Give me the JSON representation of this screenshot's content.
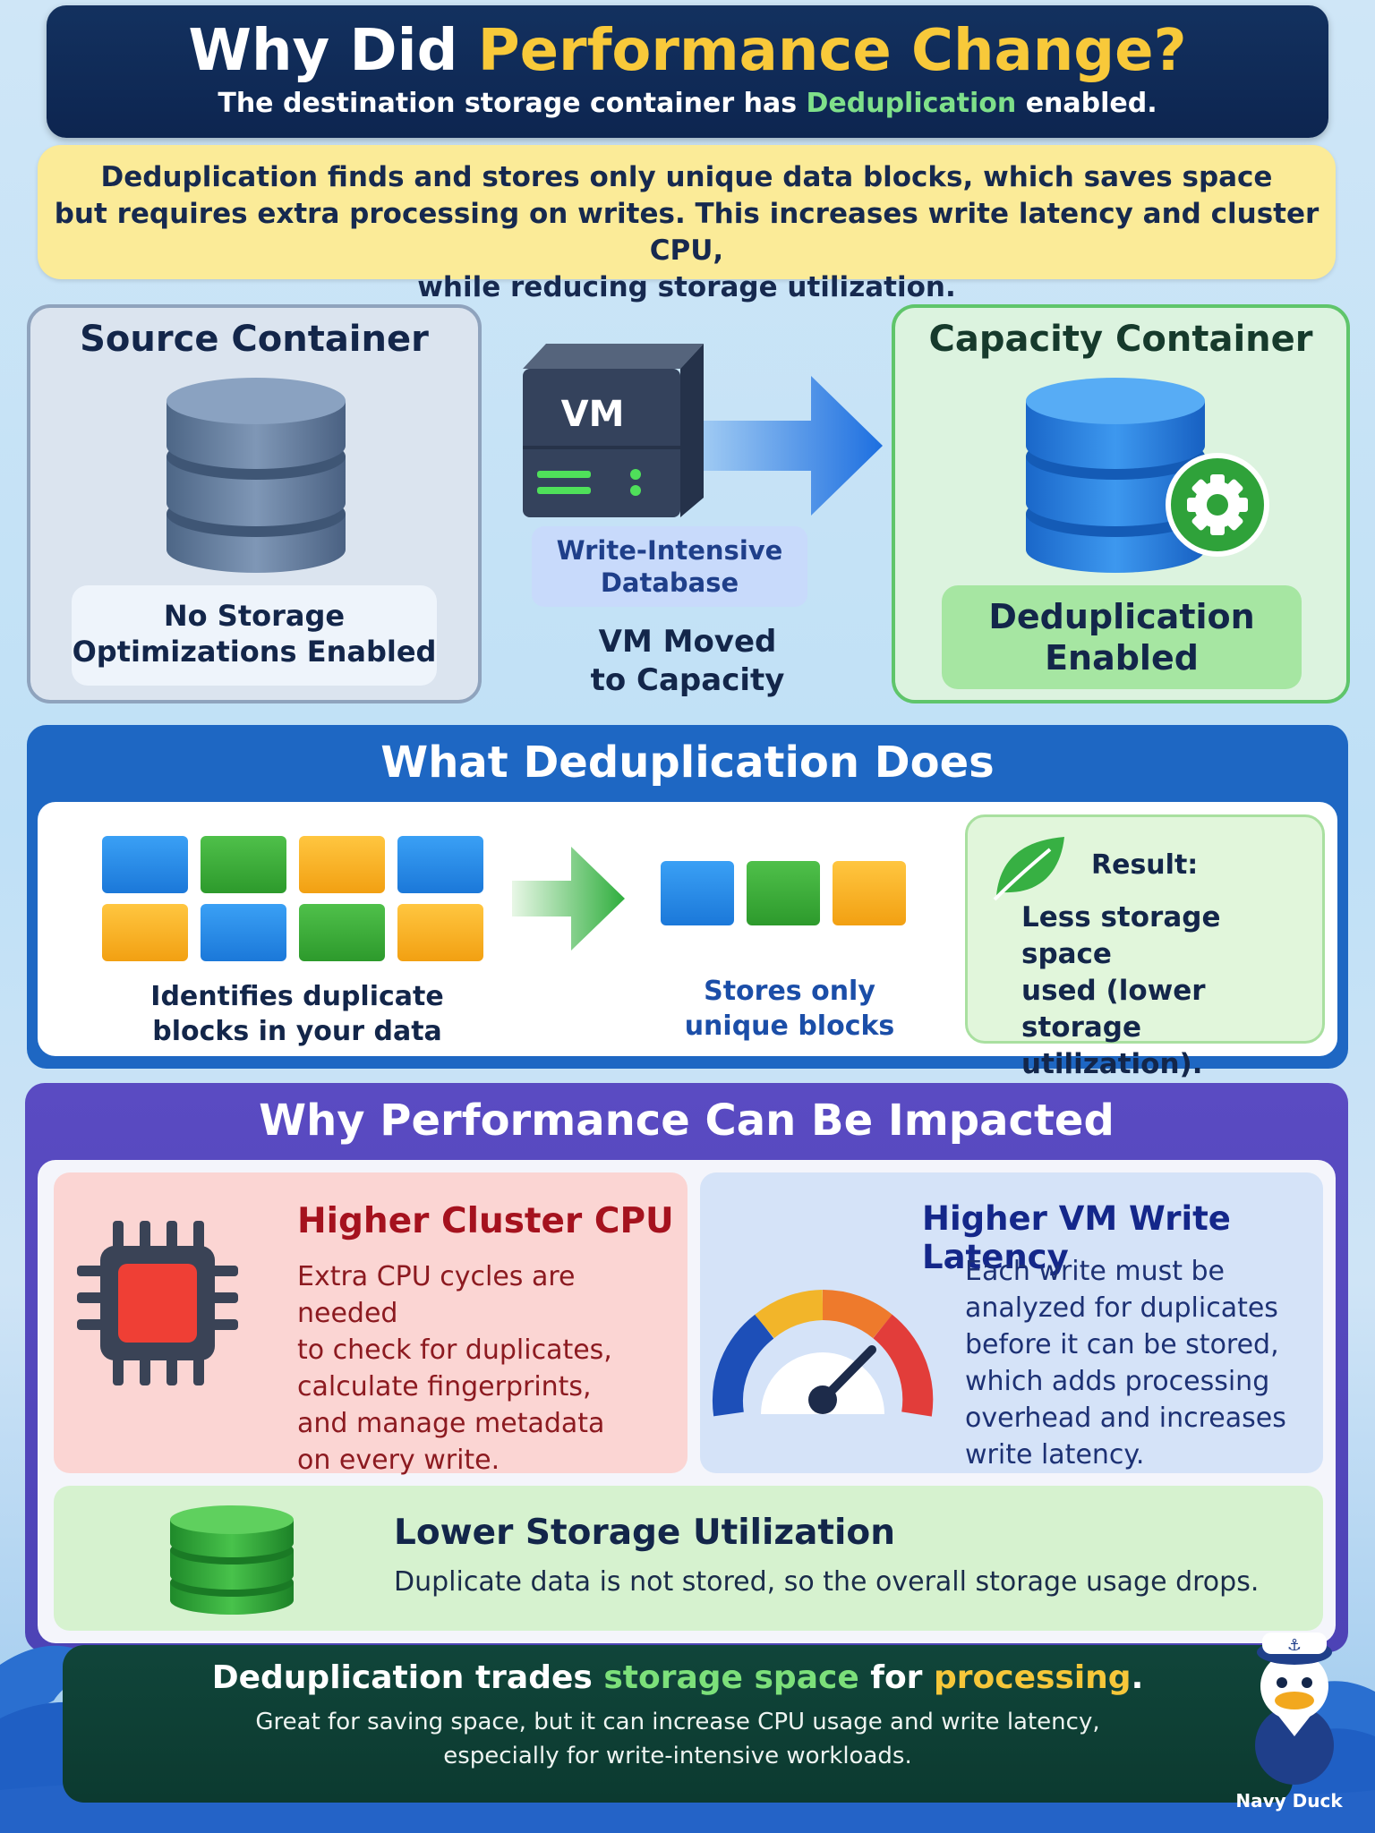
{
  "header": {
    "title_prefix": "Why Did ",
    "title_highlight": "Performance Change?",
    "subtitle_prefix": "The destination storage container has ",
    "subtitle_highlight": "Deduplication",
    "subtitle_suffix": " enabled."
  },
  "intro": {
    "line1": "Deduplication finds and stores only unique data blocks, which saves space",
    "line2": "but requires extra processing on writes. This increases write latency and cluster CPU,",
    "line3": "while reducing storage utilization."
  },
  "source": {
    "title": "Source Container",
    "label_line1": "No Storage",
    "label_line2": "Optimizations Enabled"
  },
  "vm": {
    "icon_text": "VM",
    "tag_line1": "Write-Intensive",
    "tag_line2": "Database",
    "moved_line1": "VM Moved",
    "moved_line2": "to Capacity"
  },
  "capacity": {
    "title": "Capacity Container",
    "label_line1": "Deduplication",
    "label_line2": "Enabled"
  },
  "dedup": {
    "title": "What Deduplication Does",
    "identify_line1": "Identifies duplicate",
    "identify_line2": "blocks in your data",
    "stores_line1": "Stores only",
    "stores_line2": "unique blocks",
    "result_title": "Result:",
    "result_line1": "Less storage space",
    "result_line2": "used (lower storage",
    "result_line3": "utilization).",
    "colors": {
      "blue": "#2a8ae8",
      "green": "#3eab3b",
      "orange": "#f7b52a"
    }
  },
  "impact": {
    "title": "Why Performance Can Be Impacted",
    "cpu_title": "Higher Cluster CPU",
    "cpu_lines": [
      "Extra CPU cycles are needed",
      "to check for duplicates,",
      "calculate fingerprints,",
      "and manage metadata",
      "on every write."
    ],
    "latency_title": "Higher VM Write Latency",
    "latency_lines": [
      "Each write must be",
      "analyzed for duplicates",
      "before it can be stored,",
      "which adds processing",
      "overhead and increases",
      "write latency."
    ],
    "util_title": "Lower Storage Utilization",
    "util_text": "Duplicate data is not stored, so the overall storage usage drops."
  },
  "footer": {
    "main_prefix": "Deduplication trades ",
    "main_green": "storage space",
    "main_mid": " for ",
    "main_yellow": "processing",
    "main_suffix": ".",
    "sub_line1": "Great for saving space, but it can increase CPU usage and write latency,",
    "sub_line2": "especially for write-intensive workloads.",
    "mascot_name": "Navy Duck"
  }
}
